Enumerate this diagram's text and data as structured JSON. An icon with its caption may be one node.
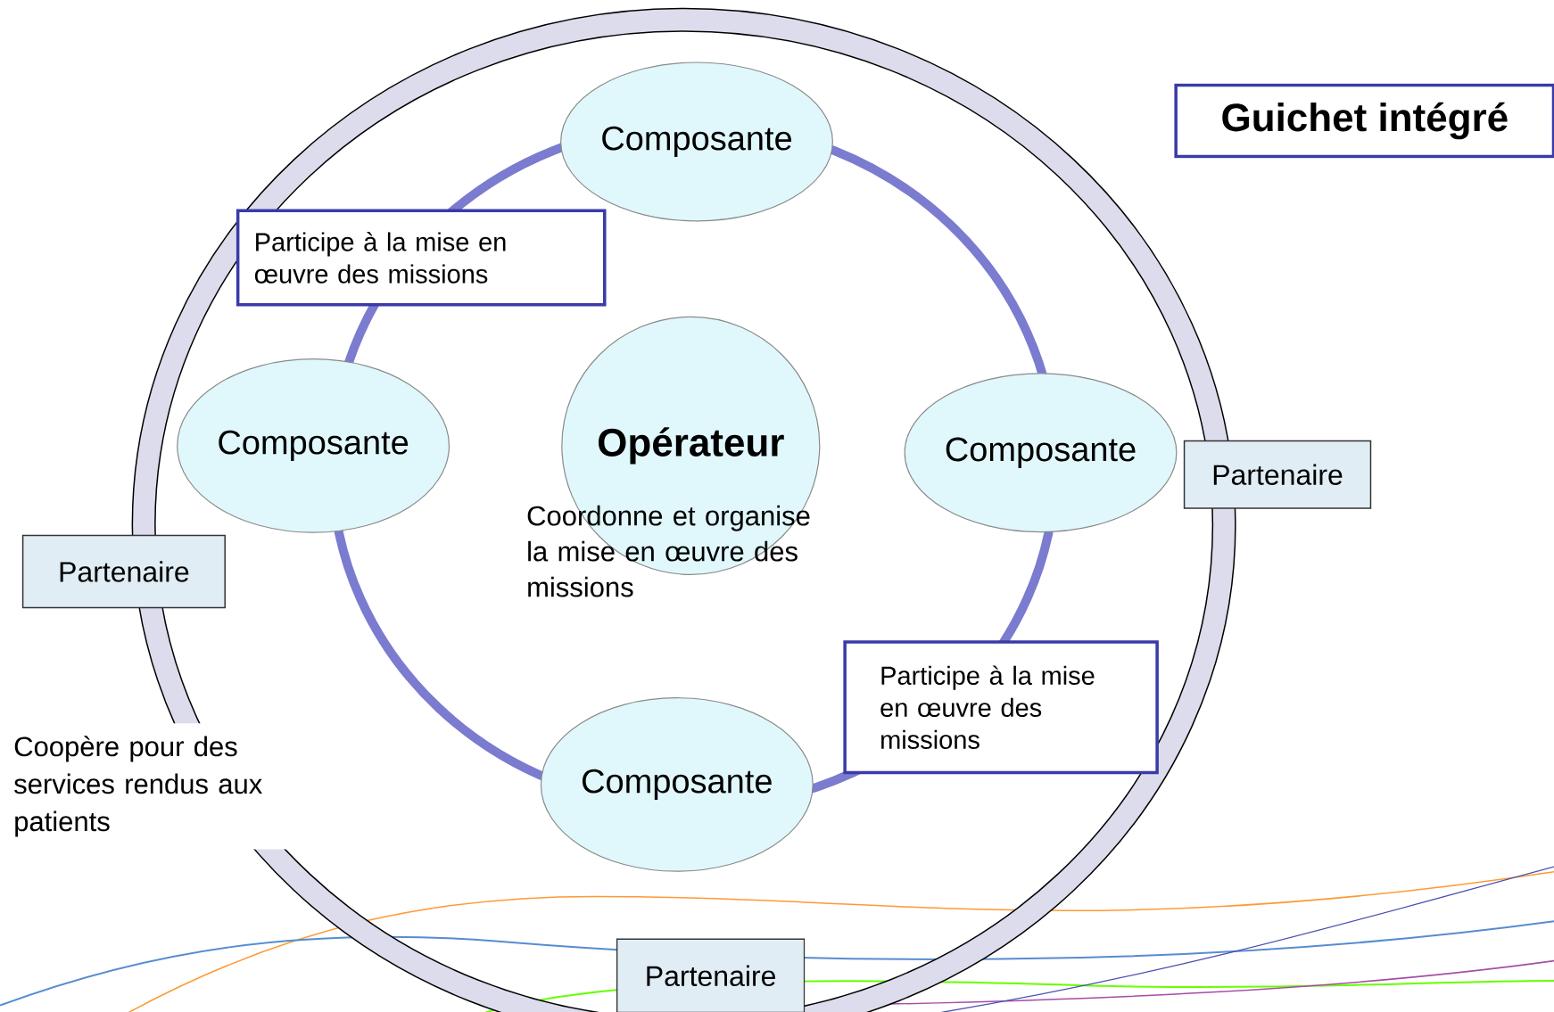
{
  "diagram": {
    "nodes": [
      {
        "text": [
          "Composante"
        ]
      },
      {
        "text": [
          "Guichet intégré"
        ]
      },
      {
        "text": [
          "Participe à la mise en œuvre des missions"
        ]
      },
      {
        "text": [
          "Composante"
        ]
      },
      {
        "text": [
          "Opérateur",
          "Coordonne et organise la mise en œuvre des missions"
        ]
      },
      {
        "text": [
          "Composante"
        ]
      },
      {
        "text": [
          "Partenaire"
        ]
      },
      {
        "text": [
          "Partenaire"
        ]
      },
      {
        "text": [
          "Participe à la mise en œuvre des missions"
        ]
      },
      {
        "text": [
          "Composante"
        ]
      },
      {
        "text": [
          "Partenaire"
        ]
      }
    ],
    "labels": [
      "Coopère pour des services rendus aux patients"
    ]
  }
}
